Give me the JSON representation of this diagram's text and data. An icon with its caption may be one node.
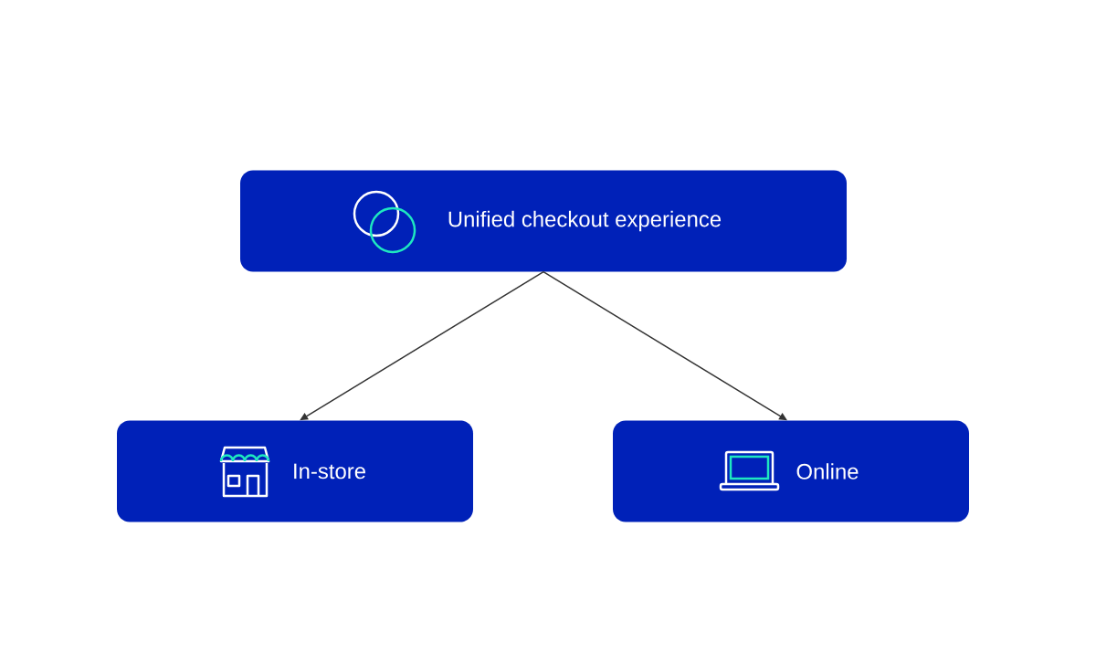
{
  "diagram": {
    "nodes": [
      {
        "text": [
          "Unified checkout experience"
        ]
      },
      {
        "text": [
          "In-store"
        ]
      },
      {
        "text": [
          "Online"
        ]
      }
    ],
    "edges": [
      {
        "from": 0,
        "to": 1,
        "arrow": "to"
      },
      {
        "from": 0,
        "to": 2,
        "arrow": "to"
      }
    ]
  }
}
